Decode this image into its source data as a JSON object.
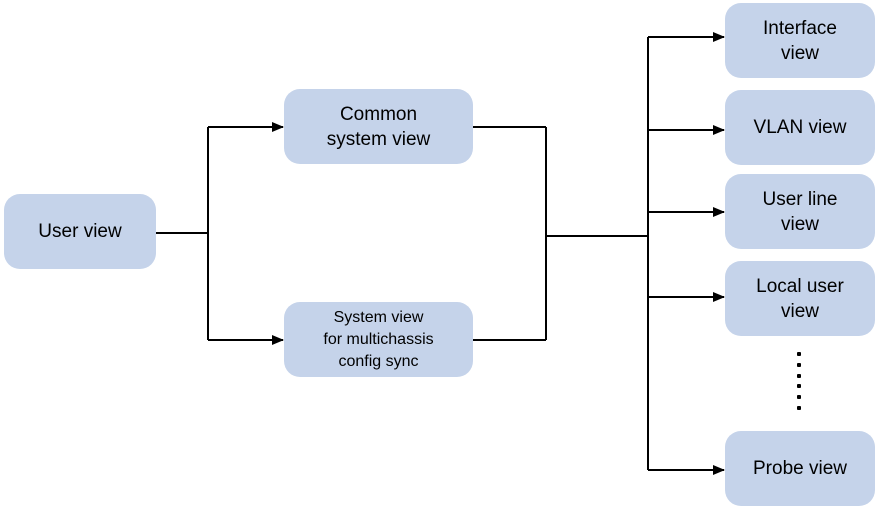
{
  "diagram": {
    "nodes": {
      "user_view": "User view",
      "common_system_view": "Common\nsystem view",
      "system_view_multichassis": "System view\nfor multichassis\nconfig sync",
      "interface_view": "Interface\nview",
      "vlan_view": "VLAN view",
      "user_line_view": "User line\nview",
      "local_user_view": "Local user\nview",
      "probe_view": "Probe view"
    },
    "ellipsis_dots": 6,
    "colors": {
      "node_fill": "#c5d3ea",
      "line": "#000000",
      "text": "#000000"
    }
  }
}
